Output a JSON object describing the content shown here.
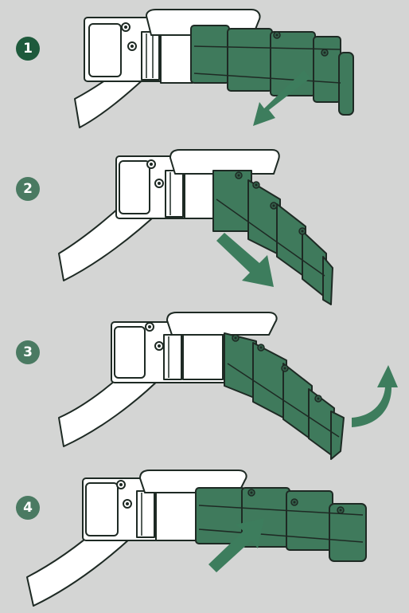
{
  "colors": {
    "background": "#d4d5d4",
    "steel_fill": "#ffffff",
    "outline": "#1e2a24",
    "link_green": "#3f7a5c",
    "link_green_shade": "#335f49",
    "arrow_green": "#3d7d5d",
    "badge_step1": "#1e5a3c",
    "badge_other": "#4a7a62"
  },
  "steps": [
    {
      "number": "1",
      "arrow_icon": "arrow-down-left-icon"
    },
    {
      "number": "2",
      "arrow_icon": "arrow-down-right-icon"
    },
    {
      "number": "3",
      "arrow_icon": "arrow-curved-up-icon"
    },
    {
      "number": "4",
      "arrow_icon": "arrow-up-right-icon"
    }
  ]
}
